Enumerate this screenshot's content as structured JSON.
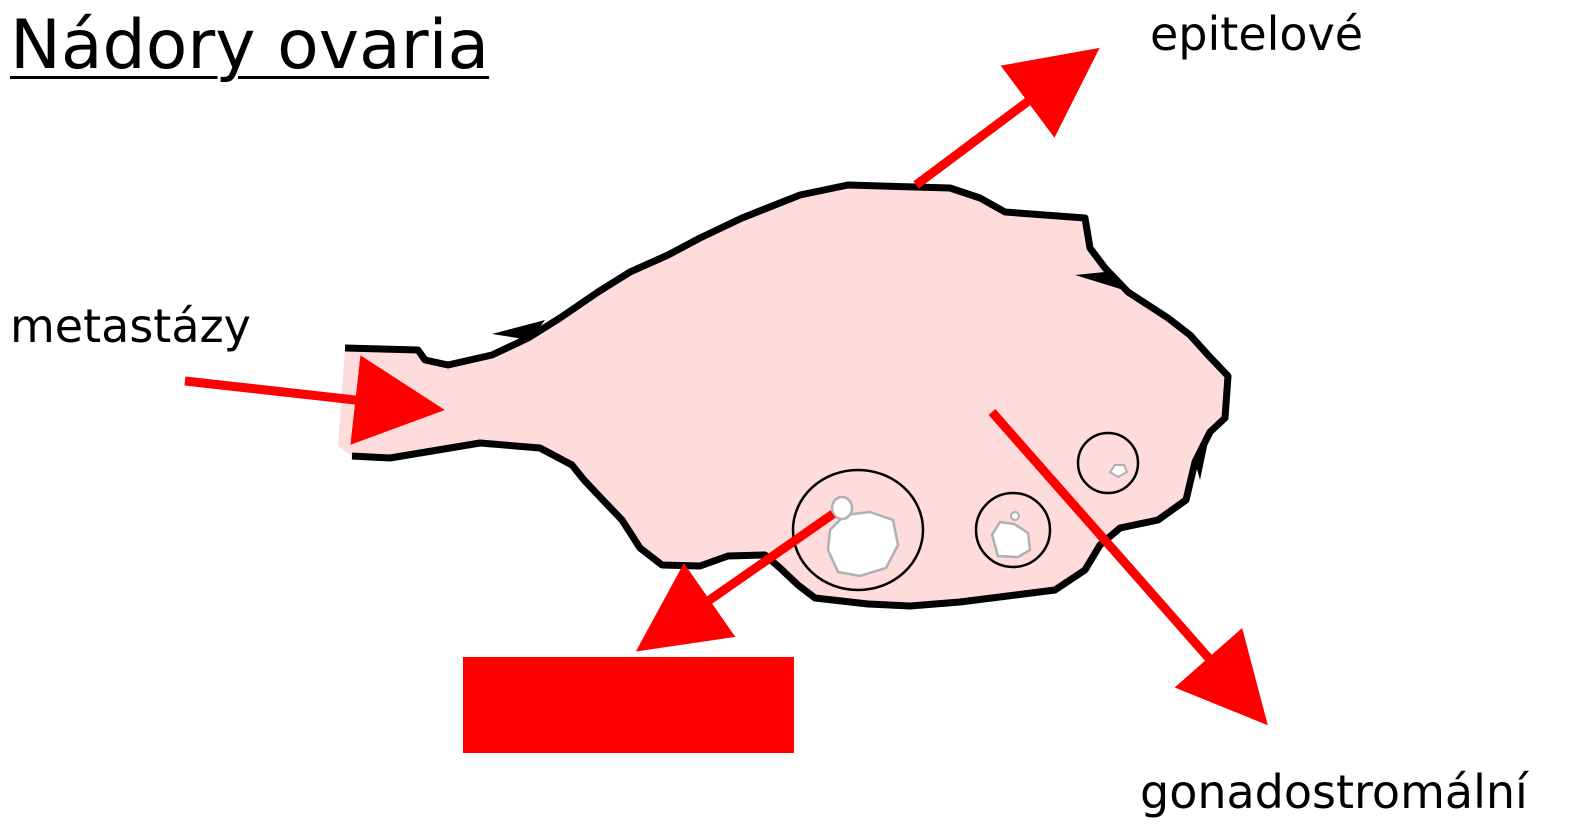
{
  "title": "Nádory ovaria",
  "labels": {
    "epitelove": "epitelové",
    "metastazy": "metastázy",
    "gonadostromalni": "gonadostromální"
  },
  "colors": {
    "arrow": "#ff0000",
    "ovary_fill": "#fddcdb",
    "outline": "#000000",
    "follicle_inner_outline": "#b0b0b0",
    "answer_box": "#ff0000"
  },
  "icons": {
    "ovary": "ovary-shape",
    "follicle": "follicle-circle",
    "arrow": "red-arrow"
  }
}
